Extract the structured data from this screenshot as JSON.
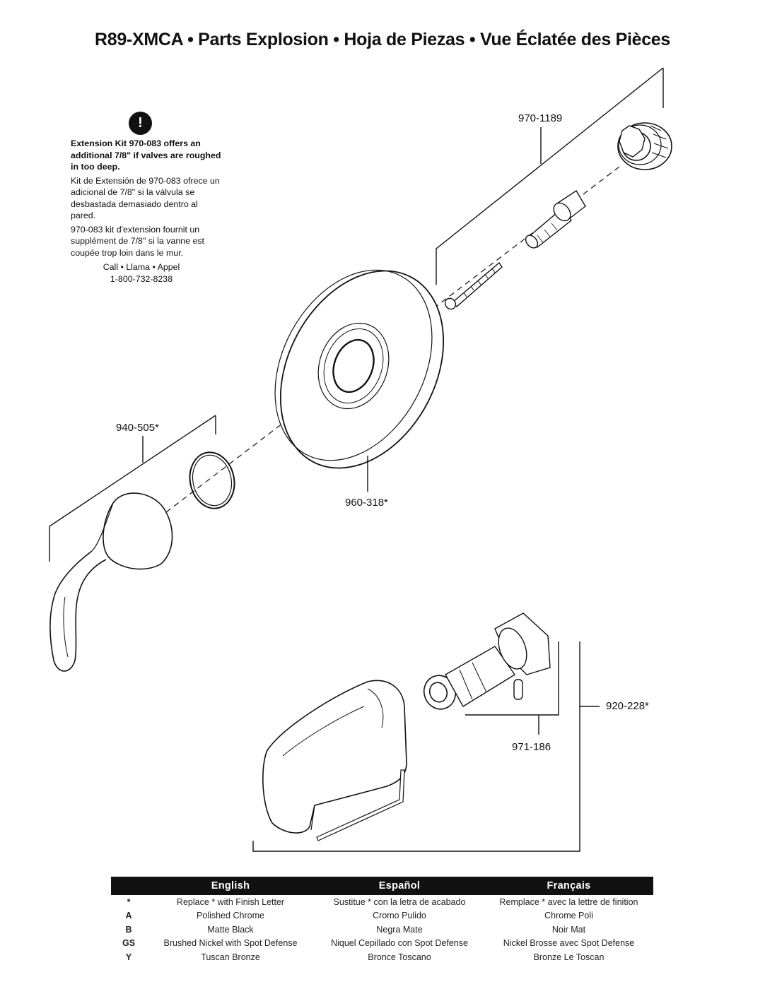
{
  "title": "R89-XMCA  •  Parts Explosion  •  Hoja de Piezas  •  Vue Éclatée des Pièces",
  "notice": {
    "icon": "!",
    "english": "Extension Kit 970-083 offers an additional 7/8\" if valves are roughed in too deep.",
    "spanish": "Kit de Extensión de 970-083 ofrece un adicional de 7/8\" si la válvula se desbastada demasiado dentro al pared.",
    "french": "970-083 kit d'extension fournit un supplément de 7/8\" si la vanne est coupée trop loin dans le mur.",
    "call": "Call • Llama • Appel",
    "phone": "1-800-732-8238"
  },
  "parts": {
    "p970_1189": "970-1189",
    "p940_505": "940-505*",
    "p960_318": "960-318*",
    "p971_186": "971-186",
    "p920_228": "920-228*"
  },
  "legend": {
    "headers": [
      "",
      "English",
      "Español",
      "Français"
    ],
    "rows": [
      [
        "*",
        "Replace * with Finish Letter",
        "Sustitue * con la letra de acabado",
        "Remplace * avec la lettre de finition"
      ],
      [
        "A",
        "Polished Chrome",
        "Cromo Pulido",
        "Chrome Poli"
      ],
      [
        "B",
        "Matte Black",
        "Negra Mate",
        "Noir Mat"
      ],
      [
        "GS",
        "Brushed Nickel with Spot Defense",
        "Niquel Cepillado con Spot Defense",
        "Nickel Brosse avec Spot Defense"
      ],
      [
        "Y",
        "Tuscan Bronze",
        "Bronce Toscano",
        "Bronze Le Toscan"
      ]
    ]
  }
}
